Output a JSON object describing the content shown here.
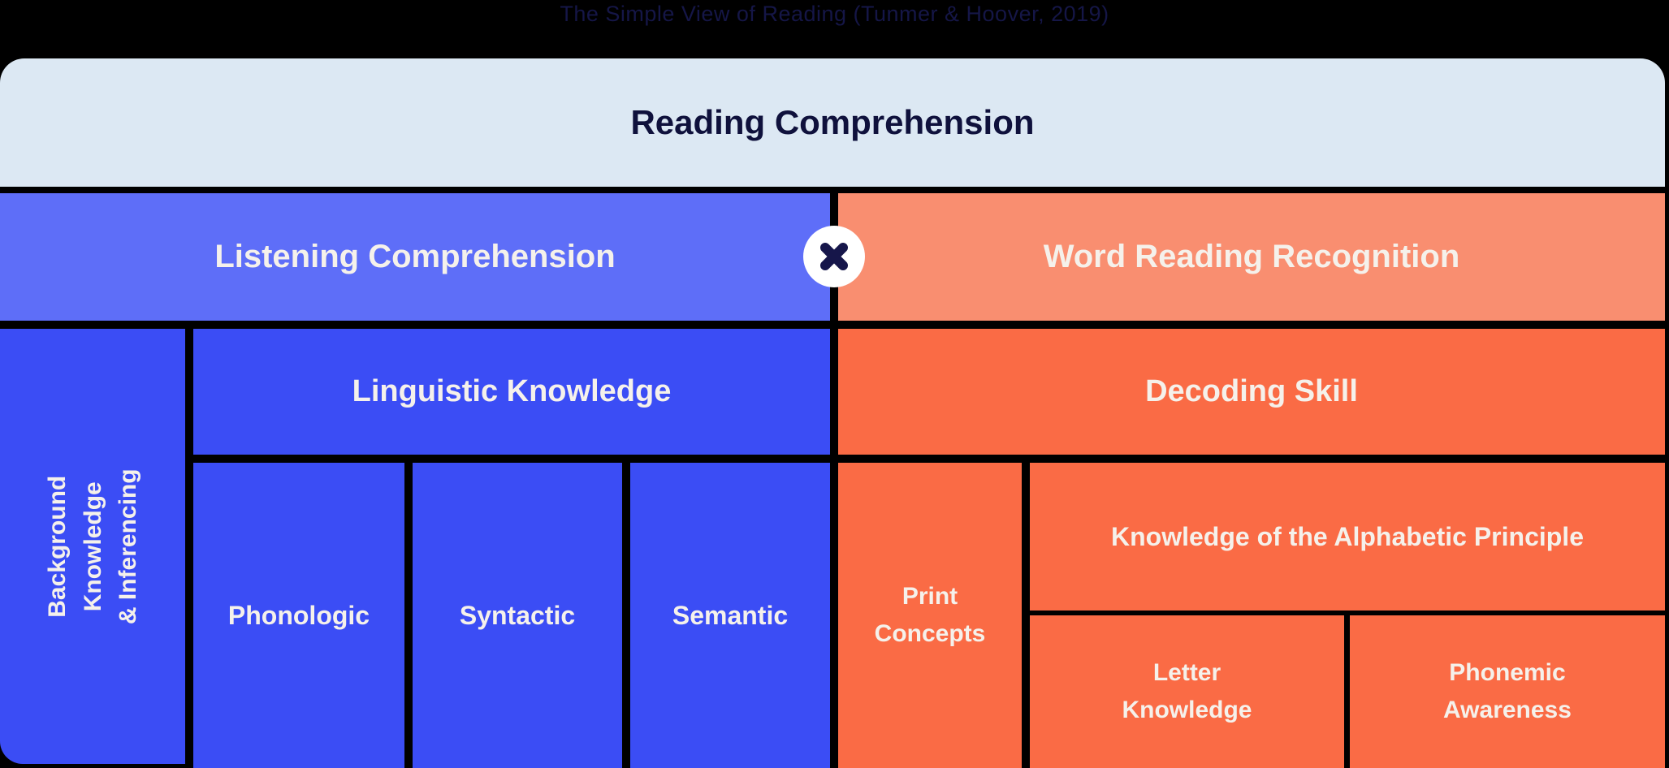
{
  "title": "The Simple View of Reading (Tunmer & Hoover, 2019)",
  "colors": {
    "canvas_bg": "#000000",
    "title_text": "#151647",
    "header_bg": "#DCE8F3",
    "header_text": "#0F113C",
    "listening_bg": "#5E6EF8",
    "word_reading_bg": "#F98E70",
    "blue_deep": "#3B4DF5",
    "orange_deep": "#FA6B45",
    "box_text": "#F5F1EB",
    "operator_circle_bg": "#FFFFFF",
    "operator_icon_color": "#16164A"
  },
  "diagram": {
    "reading_comprehension": "Reading Comprehension",
    "operator": "multiply",
    "listening": {
      "heading": "Listening Comprehension",
      "background_knowledge": "Background Knowledge\n& Inferencing",
      "linguistic_knowledge": "Linguistic Knowledge",
      "components": [
        "Phonologic",
        "Syntactic",
        "Semantic"
      ]
    },
    "word_reading": {
      "heading": "Word Reading Recognition",
      "decoding_skill": "Decoding Skill",
      "print_concepts": "Print\nConcepts",
      "alphabetic_principle": "Knowledge of the Alphabetic Principle",
      "letter_knowledge": "Letter\nKnowledge",
      "phonemic_awareness": "Phonemic\nAwareness"
    }
  }
}
